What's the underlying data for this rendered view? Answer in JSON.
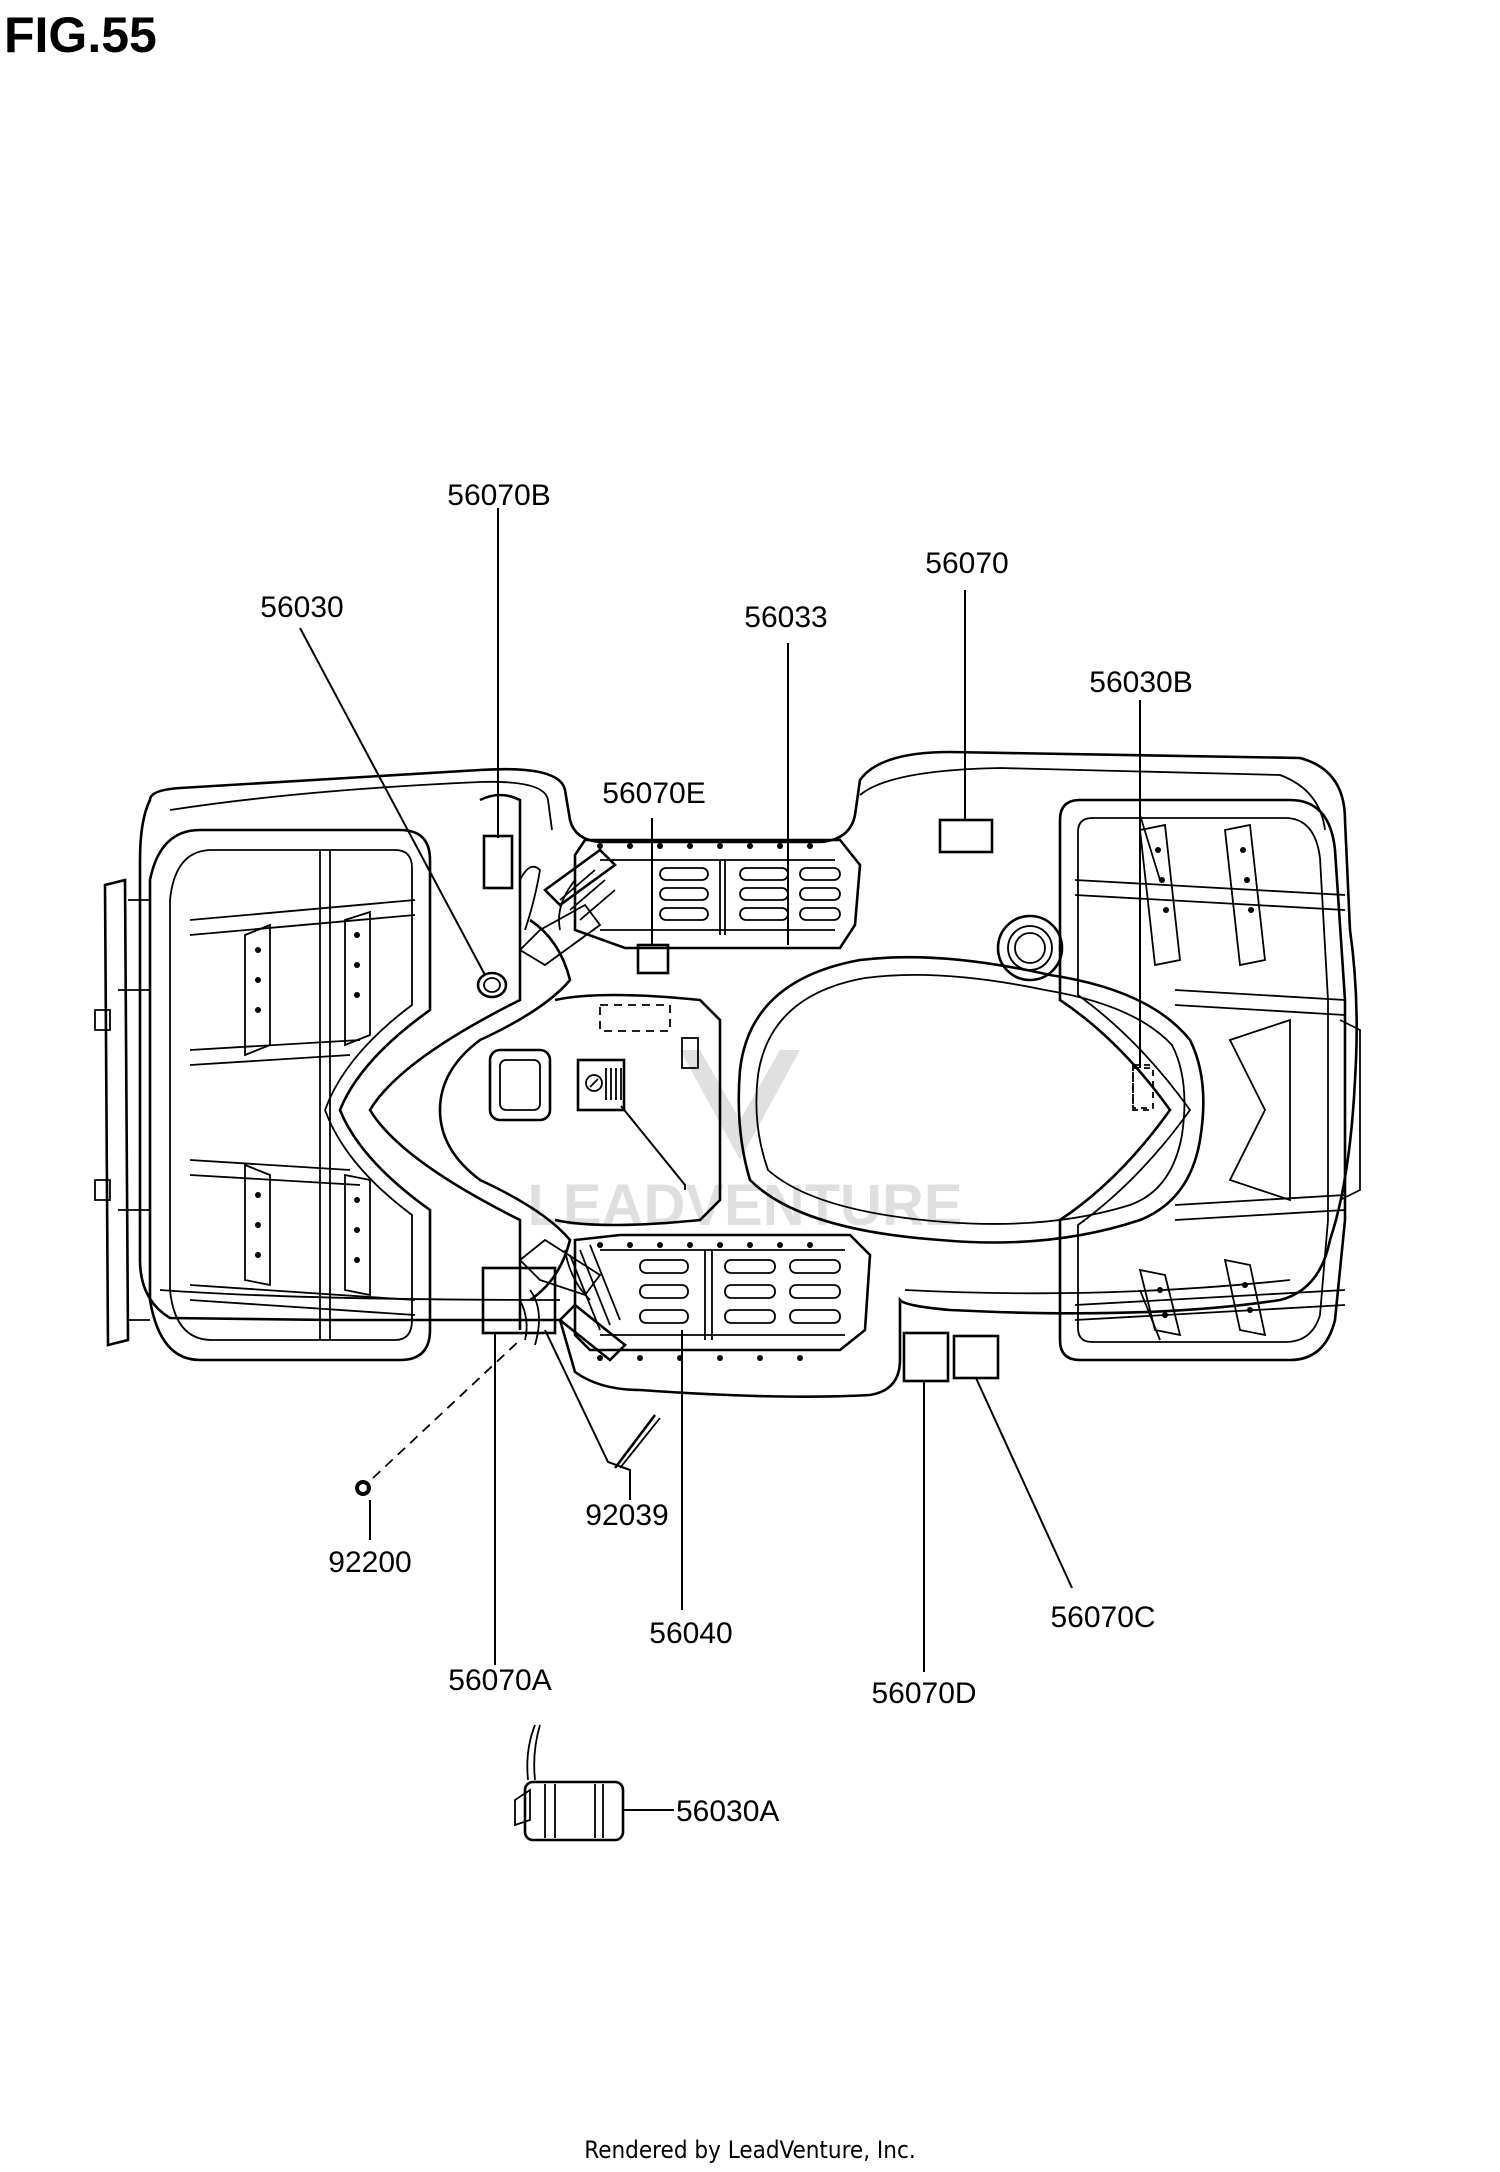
{
  "figure": {
    "title": "FIG.55"
  },
  "callouts": [
    {
      "id": "56070B",
      "label": "56070B"
    },
    {
      "id": "56030",
      "label": "56030"
    },
    {
      "id": "56070E",
      "label": "56070E"
    },
    {
      "id": "56033",
      "label": "56033"
    },
    {
      "id": "56070",
      "label": "56070"
    },
    {
      "id": "56030B",
      "label": "56030B"
    },
    {
      "id": "92200",
      "label": "92200"
    },
    {
      "id": "92039",
      "label": "92039"
    },
    {
      "id": "56040",
      "label": "56040"
    },
    {
      "id": "56070C",
      "label": "56070C"
    },
    {
      "id": "56070A",
      "label": "56070A"
    },
    {
      "id": "56070D",
      "label": "56070D"
    },
    {
      "id": "56030A",
      "label": "56030A"
    }
  ],
  "watermark": {
    "text": "LEADVENTURE"
  },
  "footer": {
    "text": "Rendered by LeadVenture, Inc."
  }
}
